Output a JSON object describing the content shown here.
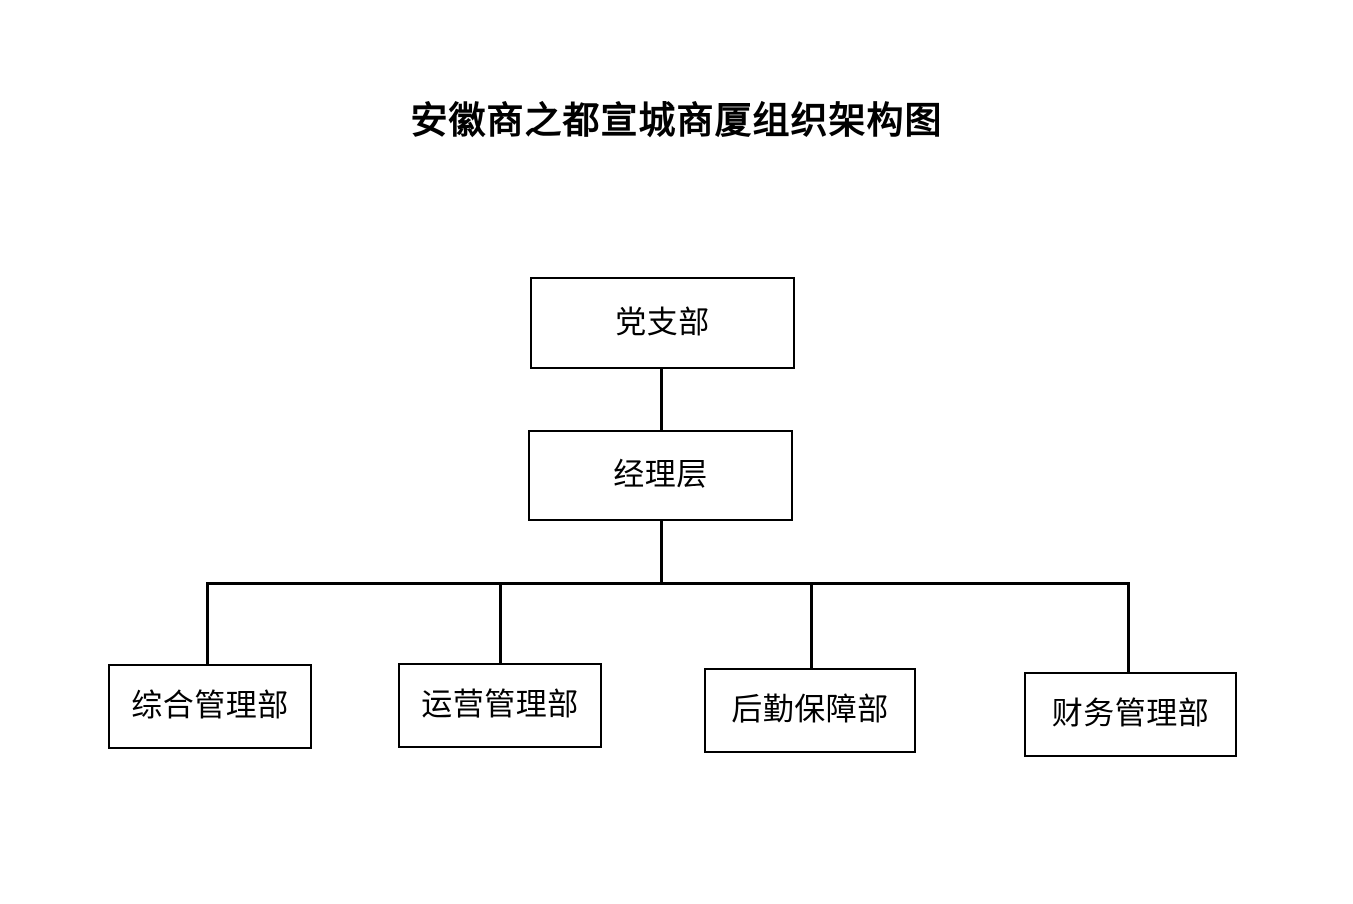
{
  "document": {
    "title": "安徽商之都宣城商厦组织架构图",
    "background_color": "#ffffff",
    "line_color": "#000000",
    "text_color": "#000000"
  },
  "org_chart": {
    "type": "organization-chart",
    "orientation": "top-down",
    "levels": [
      {
        "level": 1,
        "nodes": [
          {
            "id": "party-branch",
            "label": "党支部"
          }
        ]
      },
      {
        "level": 2,
        "nodes": [
          {
            "id": "management",
            "label": "经理层"
          }
        ]
      },
      {
        "level": 3,
        "nodes": [
          {
            "id": "general-admin",
            "label": "综合管理部"
          },
          {
            "id": "operations",
            "label": "运营管理部"
          },
          {
            "id": "logistics",
            "label": "后勤保障部"
          },
          {
            "id": "finance",
            "label": "财务管理部"
          }
        ]
      }
    ],
    "edges": [
      {
        "from": "party-branch",
        "to": "management"
      },
      {
        "from": "management",
        "to": "general-admin"
      },
      {
        "from": "management",
        "to": "operations"
      },
      {
        "from": "management",
        "to": "logistics"
      },
      {
        "from": "management",
        "to": "finance"
      }
    ]
  }
}
